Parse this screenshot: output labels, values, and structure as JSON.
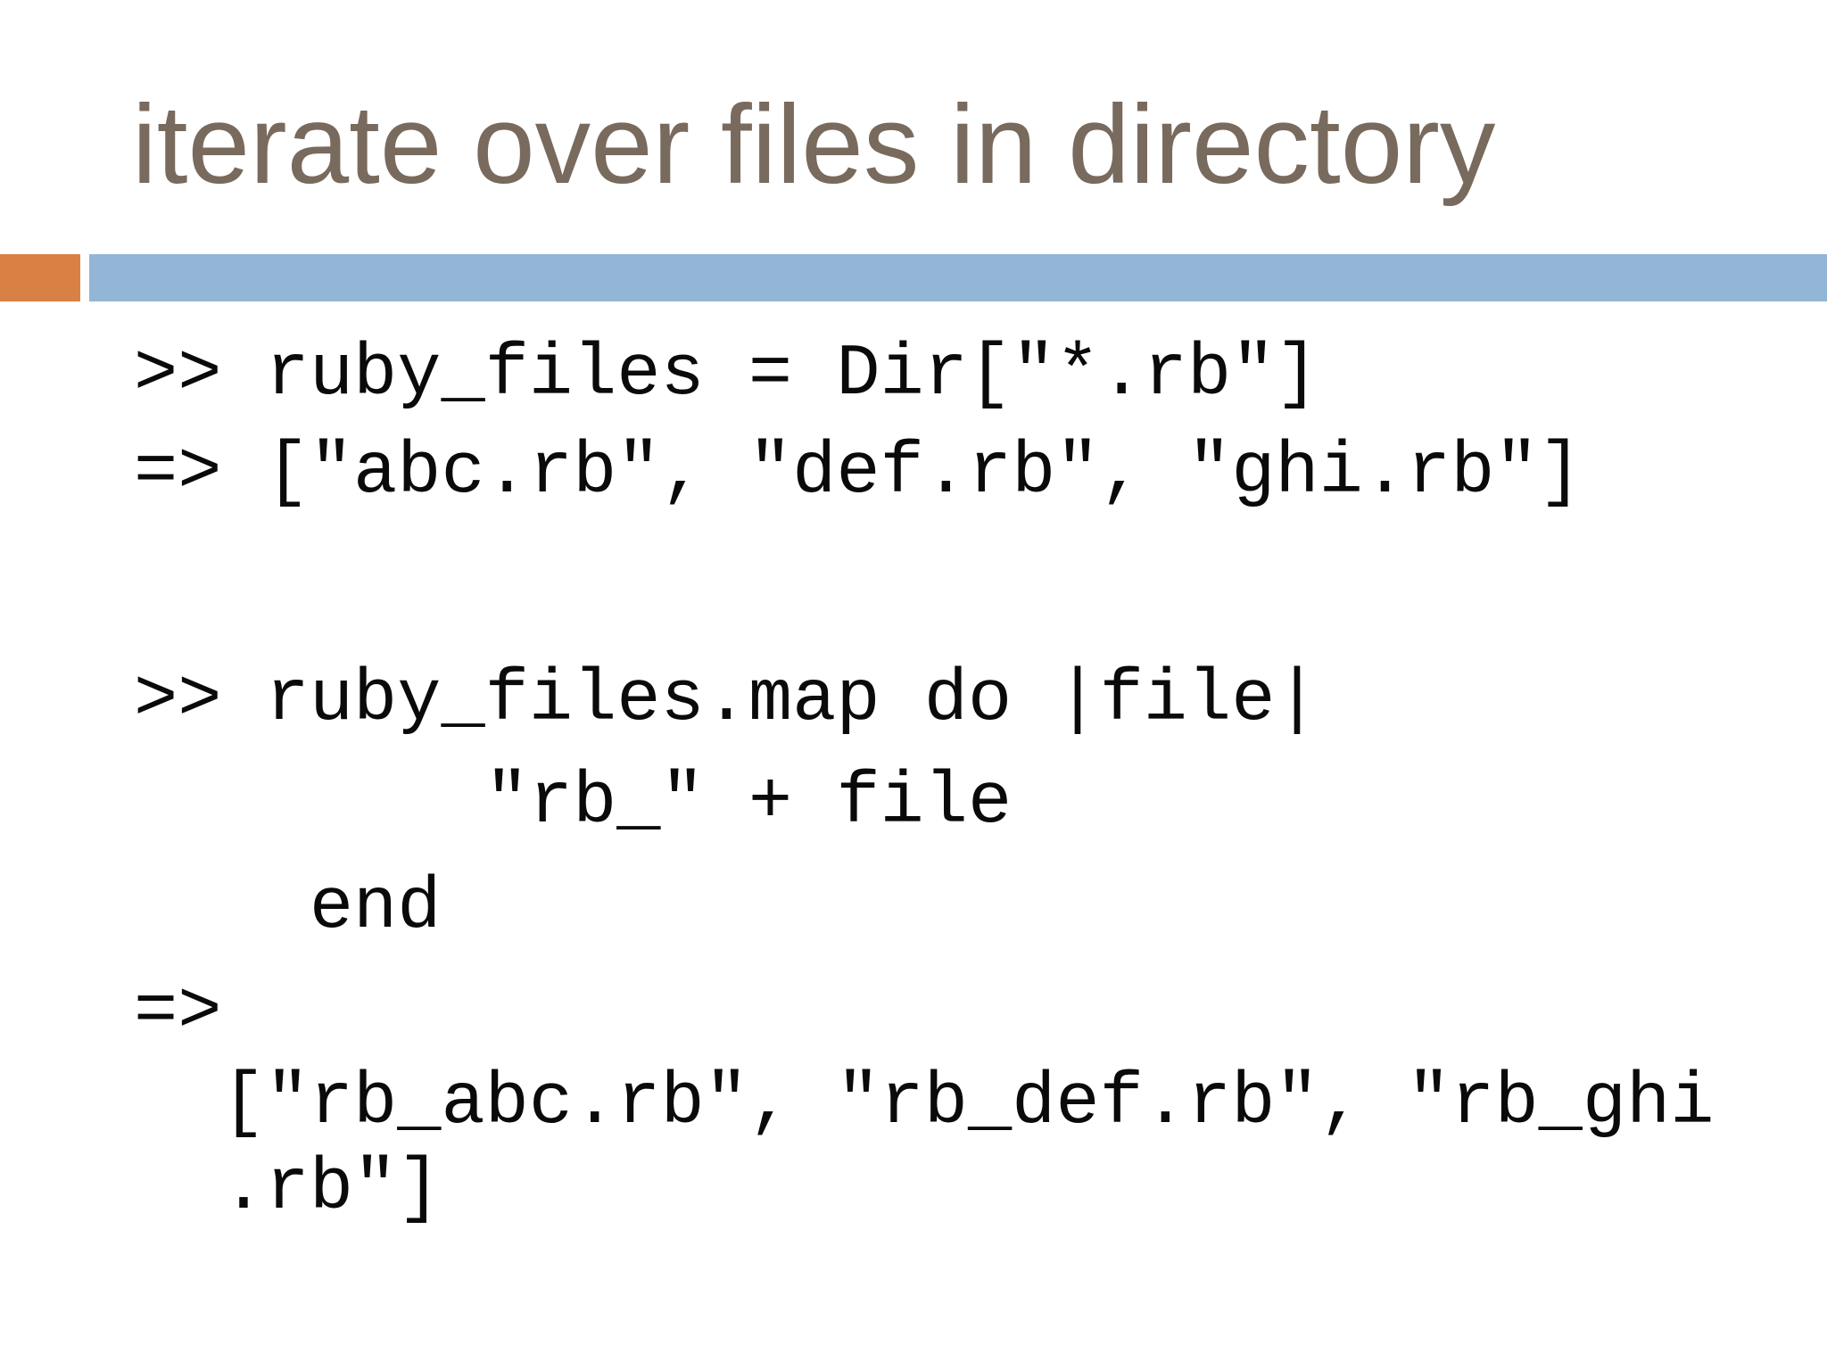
{
  "slide": {
    "title": "iterate over files in directory",
    "code_lines": [
      ">> ruby_files = Dir[\"*.rb\"]",
      "=> [\"abc.rb\", \"def.rb\", \"ghi.rb\"]",
      ">> ruby_files.map do |file|",
      "        \"rb_\" + file",
      "    end",
      "=>",
      "  [\"rb_abc.rb\", \"rb_def.rb\", \"rb_ghi",
      "  .rb\"]"
    ],
    "colors": {
      "title": "#796a5e",
      "accent_orange": "#d98145",
      "accent_blue": "#93b5d6",
      "code_text": "#0a0a0a",
      "background": "#ffffff"
    }
  }
}
